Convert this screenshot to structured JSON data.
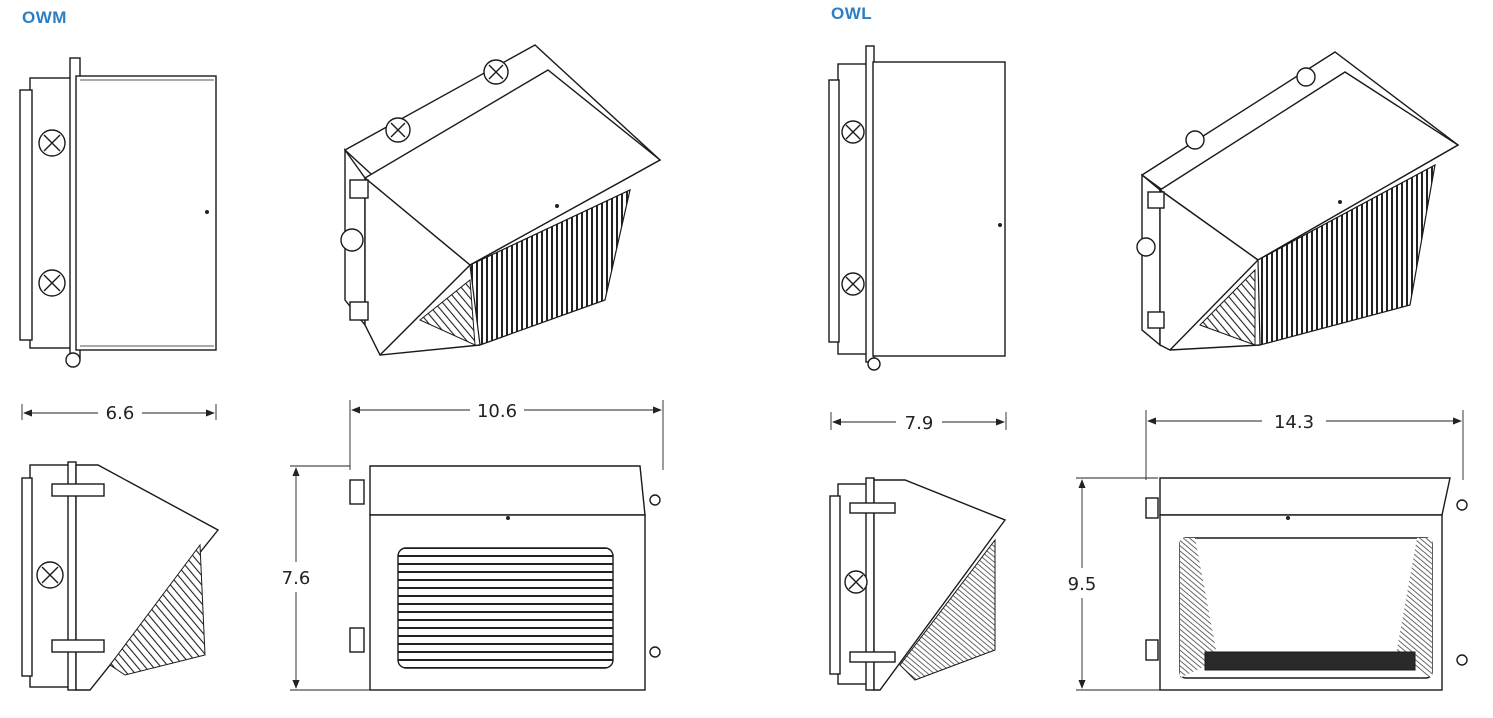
{
  "models": [
    {
      "name": "OWM",
      "dimensions": {
        "depth": "6.6",
        "width": "10.6",
        "height": "7.6"
      }
    },
    {
      "name": "OWL",
      "dimensions": {
        "depth": "7.9",
        "width": "14.3",
        "height": "9.5"
      }
    }
  ]
}
